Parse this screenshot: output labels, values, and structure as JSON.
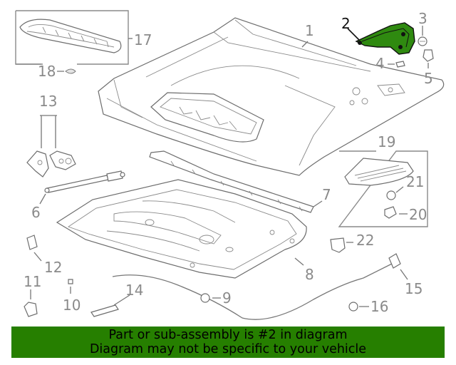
{
  "callouts": {
    "c1": "1",
    "c2": "2",
    "c3": "3",
    "c4": "4",
    "c5": "5",
    "c6": "6",
    "c7": "7",
    "c8": "8",
    "c9": "9",
    "c10": "10",
    "c11": "11",
    "c12": "12",
    "c13": "13",
    "c14": "14",
    "c15": "15",
    "c16": "16",
    "c17": "17",
    "c18": "18",
    "c19": "19",
    "c20": "20",
    "c21": "21",
    "c22": "22"
  },
  "highlight": {
    "part_number": "2",
    "color": "#2f8a10"
  },
  "footer": {
    "line1": "Part or sub-assembly is #2 in diagram",
    "line2": "Diagram may not be specific to your vehicle",
    "background": "#267f00"
  }
}
